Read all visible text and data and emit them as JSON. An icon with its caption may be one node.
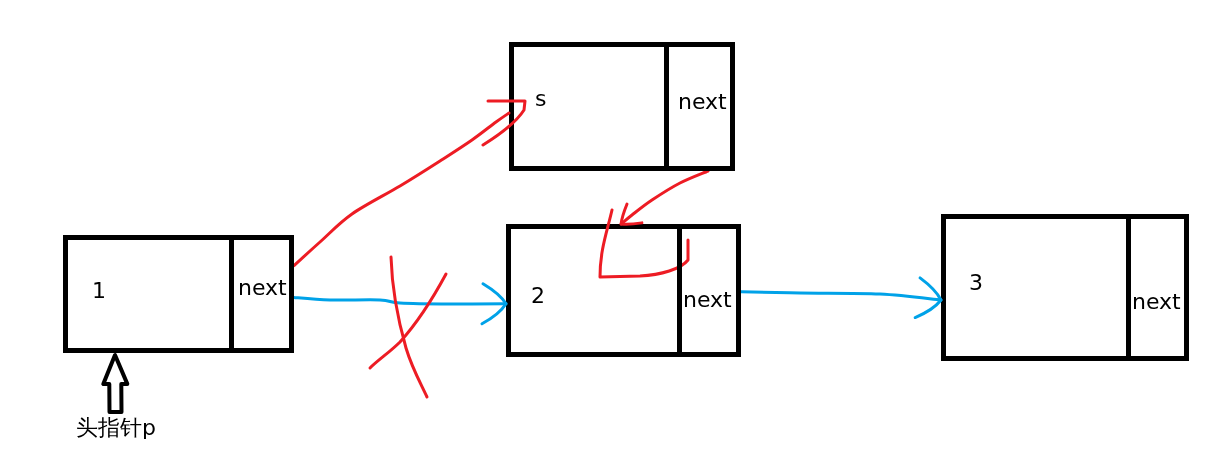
{
  "diagram": {
    "nodes": [
      {
        "text": [
          "1"
        ]
      },
      {
        "text": [
          "next"
        ],
        "in": 0
      },
      {
        "text": [
          "s"
        ]
      },
      {
        "text": [
          "next"
        ],
        "in": 2
      },
      {
        "text": [
          "2"
        ]
      },
      {
        "text": [
          "next"
        ],
        "in": 4
      },
      {
        "text": [
          "3"
        ]
      },
      {
        "text": [
          "next"
        ],
        "in": 6
      },
      {
        "text": [
          "头指针p"
        ]
      }
    ],
    "edges": [
      {
        "from": 1,
        "to": 2,
        "arrow": "to",
        "color": "#ed1c24"
      },
      {
        "from": 3,
        "to": 4,
        "arrow": "to",
        "color": "#ed1c24"
      },
      {
        "from": 1,
        "to": 4,
        "arrow": "to",
        "color": "#00a2e8"
      },
      {
        "from": 5,
        "to": 6,
        "arrow": "to",
        "color": "#00a2e8"
      },
      {
        "from": 8,
        "to": 0,
        "arrow": "to",
        "color": "#000000"
      }
    ]
  }
}
